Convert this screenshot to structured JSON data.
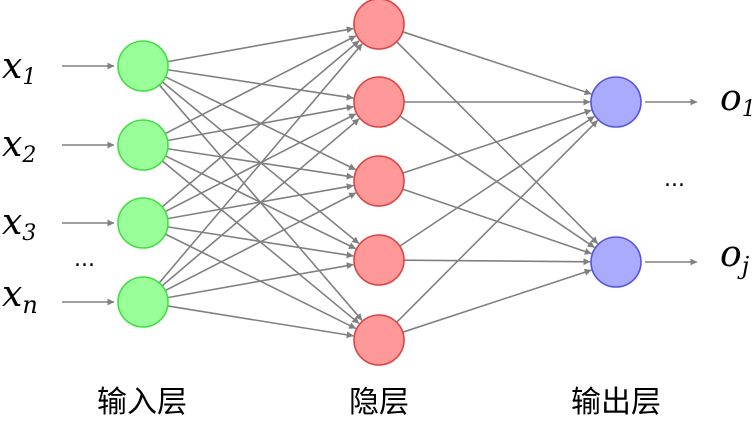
{
  "layers": {
    "input_label": "输入层",
    "hidden_label": "隐层",
    "output_label": "输出层"
  },
  "inputs": [
    {
      "base": "x",
      "sub": "1"
    },
    {
      "base": "x",
      "sub": "2"
    },
    {
      "base": "x",
      "sub": "3"
    },
    {
      "base": "x",
      "sub": "n"
    }
  ],
  "outputs": [
    {
      "base": "o",
      "sub": "1"
    },
    {
      "base": "o",
      "sub": "j"
    }
  ],
  "ellipsis": {
    "input": "...",
    "output": "..."
  },
  "colors": {
    "input_fill": "#99ff99",
    "input_stroke": "#44dd44",
    "hidden_fill": "#ff9999",
    "hidden_stroke": "#dd4444",
    "output_fill": "#aaaaff",
    "output_stroke": "#5555dd",
    "edge": "#808080"
  },
  "counts": {
    "input": 4,
    "hidden": 5,
    "output": 2
  }
}
